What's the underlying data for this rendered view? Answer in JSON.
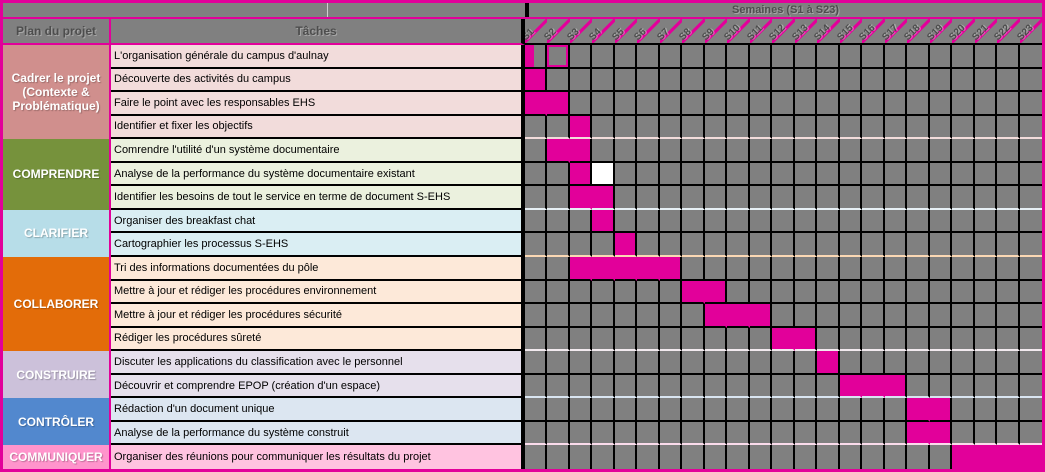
{
  "header": {
    "plan_column": "Plan du projet",
    "tasks_column": "Tâches",
    "weeks_title": "Semaines (S1 à S23)"
  },
  "colors": {
    "magenta_bar": "#E2009A",
    "grid_cell_gray": "#808080",
    "grid_line_black": "#000000",
    "header_text_gray": "#4D4D4D",
    "white_cell": "#FFFFFF"
  },
  "chart_data": {
    "type": "bar",
    "subtype": "gantt",
    "title": "Semaines (S1 à S23)",
    "x_axis_unit": "week",
    "weeks": [
      "S1",
      "S2",
      "S3",
      "S4",
      "S5",
      "S6",
      "S7",
      "S8",
      "S9",
      "S10",
      "S11",
      "S12",
      "S13",
      "S14",
      "S15",
      "S16",
      "S17",
      "S18",
      "S19",
      "S20",
      "S21",
      "S22",
      "S23"
    ],
    "legend": "none",
    "grid": true,
    "groups": [
      {
        "label": "Cadrer le projet (Contexte & Problématique)",
        "color": "#D08F8D",
        "task_bg": "#F2DCDB",
        "divider": "#F2DCDB",
        "task_count": 4
      },
      {
        "label": "COMPRENDRE",
        "color": "#76923C",
        "task_bg": "#EBF1DE",
        "divider": "#E6EFF4",
        "task_count": 3
      },
      {
        "label": "CLARIFIER",
        "color": "#B7DDE8",
        "task_bg": "#DAEEF3",
        "divider": "#FBD8B4",
        "task_count": 2
      },
      {
        "label": "COLLABORER",
        "color": "#E36C09",
        "task_bg": "#FDE9D9",
        "divider": "#F2EAEF",
        "task_count": 4
      },
      {
        "label": "CONSTRUIRE",
        "color": "#CCC1DA",
        "task_bg": "#E6E0EC",
        "divider": "#D9E5F1",
        "task_count": 2
      },
      {
        "label": "CONTRÔLER",
        "color": "#5288CE",
        "task_bg": "#DCE6F1",
        "divider": "#FBDCEC",
        "task_count": 2
      },
      {
        "label": "COMMUNIQUER",
        "color": "#FF94CC",
        "task_bg": "#FFC3E0",
        "divider": null,
        "task_count": 1
      }
    ],
    "bar_styles_legend": {
      "fill": "solid magenta scheduled week",
      "half": "left half of week filled",
      "outline": "magenta outlined empty week",
      "white": "white highlighted week"
    },
    "tasks": [
      {
        "label": "L'organisation générale du campus d'aulnay",
        "bars": [
          {
            "week": 1,
            "span": 1,
            "style": "half"
          },
          {
            "week": 2,
            "span": 1,
            "style": "outline"
          }
        ]
      },
      {
        "label": "Découverte des activités du campus",
        "bars": [
          {
            "week": 1,
            "span": 1,
            "style": "fill"
          }
        ]
      },
      {
        "label": "Faire le point avec les responsables EHS",
        "bars": [
          {
            "week": 1,
            "span": 2,
            "style": "fill"
          }
        ]
      },
      {
        "label": "Identifier et fixer les objectifs",
        "bars": [
          {
            "week": 3,
            "span": 1,
            "style": "fill"
          }
        ]
      },
      {
        "label": "Comrendre l'utilité d'un système documentaire",
        "bars": [
          {
            "week": 2,
            "span": 2,
            "style": "fill"
          }
        ]
      },
      {
        "label": "Analyse de la performance du système documentaire existant",
        "bars": [
          {
            "week": 3,
            "span": 1,
            "style": "fill"
          },
          {
            "week": 4,
            "span": 1,
            "style": "white"
          }
        ]
      },
      {
        "label": "Identifier les besoins de tout le service en terme de document S-EHS",
        "bars": [
          {
            "week": 3,
            "span": 2,
            "style": "fill"
          }
        ]
      },
      {
        "label": "Organiser des breakfast chat",
        "bars": [
          {
            "week": 4,
            "span": 1,
            "style": "fill"
          }
        ]
      },
      {
        "label": "Cartographier les processus S-EHS",
        "bars": [
          {
            "week": 5,
            "span": 1,
            "style": "fill"
          }
        ]
      },
      {
        "label": "Tri des informations documentées du pôle",
        "bars": [
          {
            "week": 3,
            "span": 5,
            "style": "fill"
          }
        ]
      },
      {
        "label": "Mettre à jour et rédiger les procédures environnement",
        "bars": [
          {
            "week": 8,
            "span": 2,
            "style": "fill"
          }
        ]
      },
      {
        "label": "Mettre à jour et rédiger les procédures sécurité",
        "bars": [
          {
            "week": 9,
            "span": 3,
            "style": "fill"
          }
        ]
      },
      {
        "label": "Rédiger les procédures sûreté",
        "bars": [
          {
            "week": 12,
            "span": 2,
            "style": "fill"
          }
        ]
      },
      {
        "label": "Discuter les applications du classification avec le personnel",
        "bars": [
          {
            "week": 14,
            "span": 1,
            "style": "fill"
          }
        ]
      },
      {
        "label": "Découvrir et comprendre EPOP (création d'un espace)",
        "bars": [
          {
            "week": 15,
            "span": 3,
            "style": "fill"
          }
        ]
      },
      {
        "label": "Rédaction d'un document unique",
        "bars": [
          {
            "week": 18,
            "span": 2,
            "style": "fill"
          }
        ]
      },
      {
        "label": "Analyse de la performance du système construit",
        "bars": [
          {
            "week": 18,
            "span": 2,
            "style": "fill"
          }
        ]
      },
      {
        "label": "Organiser des réunions pour communiquer les résultats du projet",
        "bars": [
          {
            "week": 20,
            "span": 4,
            "style": "fill"
          }
        ]
      }
    ]
  }
}
